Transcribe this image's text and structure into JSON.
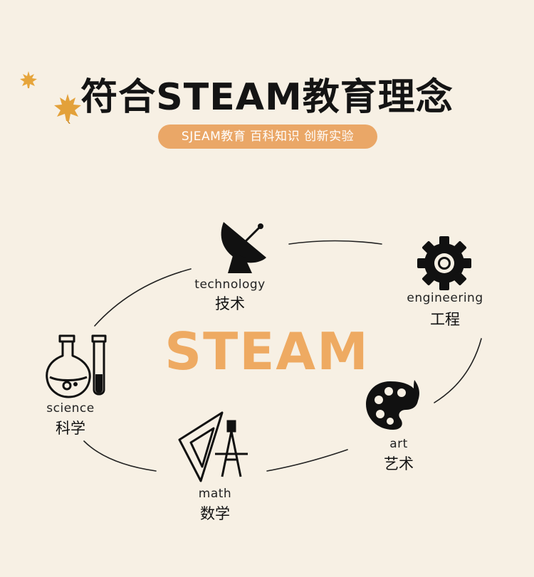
{
  "title": "符合STEAM教育理念",
  "subtitle": "SJEAM教育  百科知识  创新实验",
  "center_word": "STEAM",
  "colors": {
    "background": "#f7f0e4",
    "accent": "#eaa767",
    "center_word": "#eeaa62",
    "leaf": "#e8a23c"
  },
  "nodes": {
    "technology": {
      "en": "technology",
      "zh": "技术",
      "icon": "satellite-dish-icon"
    },
    "engineering": {
      "en": "engineering",
      "zh": "工程",
      "icon": "gear-icon"
    },
    "art": {
      "en": "art",
      "zh": "艺术",
      "icon": "palette-icon"
    },
    "math": {
      "en": "math",
      "zh": "数学",
      "icon": "ruler-compass-icon"
    },
    "science": {
      "en": "science",
      "zh": "科学",
      "icon": "flask-test-tube-icon"
    }
  }
}
